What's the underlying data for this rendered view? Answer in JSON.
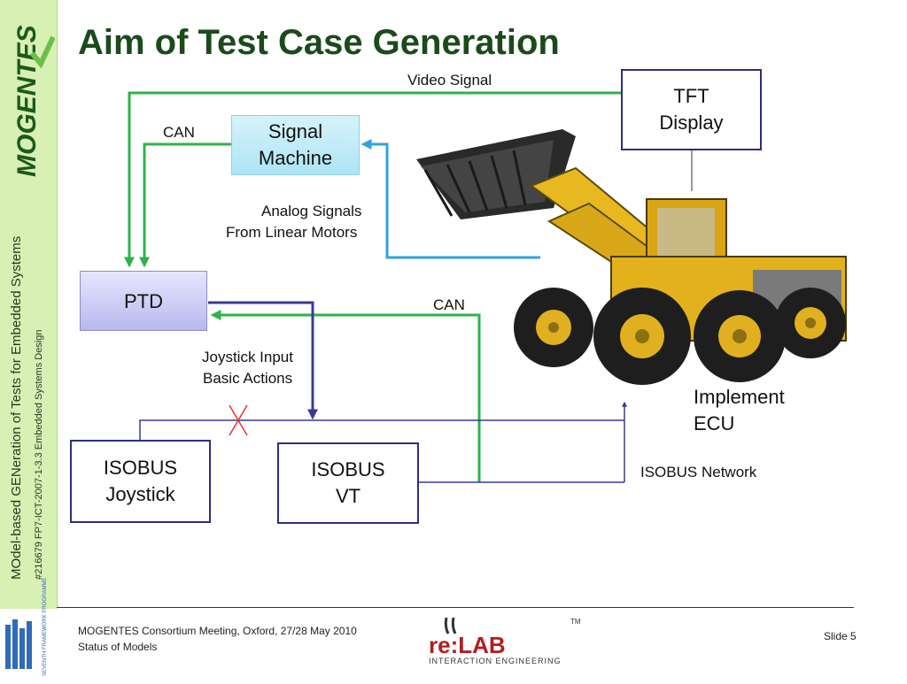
{
  "title": "Aim of Test Case Generation",
  "sidebar": {
    "logo_text": "MOGENTES",
    "project_name": "MOdel-based GENeration of Tests for Embedded Systems",
    "project_code": "#216679 FP7-ICT-2007-1-3.3 Embedded Systems Design"
  },
  "nodes": {
    "signal_machine": "Signal Machine",
    "tft_display": "TFT Display",
    "ptd": "PTD",
    "isobus_joystick": "ISOBUS Joystick",
    "isobus_vt": "ISOBUS VT",
    "implement_ecu": "Implement ECU"
  },
  "labels": {
    "video_signal": "Video Signal",
    "can_top": "CAN",
    "analog_signals_line1": "Analog Signals",
    "analog_signals_line2": "From Linear Motors",
    "can_mid": "CAN",
    "joystick_input_line1": "Joystick Input",
    "joystick_input_line2": "Basic Actions",
    "isobus_network": "ISOBUS Network"
  },
  "footer": {
    "meeting": "MOGENTES Consortium Meeting, Oxford, 27/28 May 2010",
    "status": "Status of Models",
    "slide": "Slide 5",
    "relab_text": "re:LAB",
    "relab_tagline": "INTERACTION ENGINEERING",
    "trademark": "TM",
    "fp7_text": "SEVENTH FRAMEWORK PROGRAMME"
  },
  "colors": {
    "green_line": "#2db34a",
    "blue_line": "#2fa3dc",
    "navy_line": "#3a3a8f",
    "title_green": "#1b4a1b",
    "sidebar_bg": "#d8f0b4"
  }
}
